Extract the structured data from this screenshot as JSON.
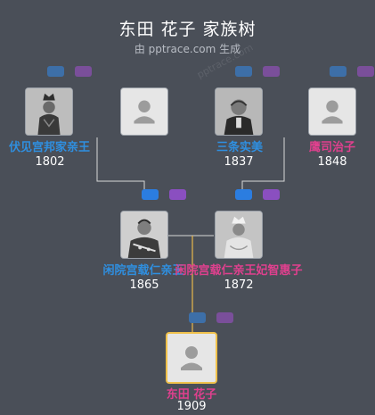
{
  "header": {
    "title": "东田 花子 家族树",
    "subtitle": "由 pptrace.com 生成",
    "watermark": "pptrace.com"
  },
  "people": {
    "p1": {
      "name": "伏见宫邦家亲王",
      "year": "1802",
      "gender": "male",
      "photo": "portrait-photo"
    },
    "p2": {
      "name": "",
      "year": "",
      "gender": "unknown",
      "photo": "placeholder-avatar"
    },
    "p3": {
      "name": "三条实美",
      "year": "1837",
      "gender": "male",
      "photo": "portrait-photo"
    },
    "p4": {
      "name": "鹰司治子",
      "year": "1848",
      "gender": "female",
      "photo": "placeholder-avatar"
    },
    "p5": {
      "name": "闲院宫载仁亲王",
      "year": "1865",
      "gender": "male",
      "photo": "portrait-photo"
    },
    "p6": {
      "name": "闲院宫载仁亲王妃智惠子",
      "year": "1872",
      "gender": "female",
      "photo": "portrait-photo"
    },
    "p7": {
      "name": "东田 花子",
      "year": "1909",
      "gender": "female",
      "photo": "placeholder-avatar",
      "selected": true
    }
  },
  "colors": {
    "background": "#4a4f58",
    "male": "#2f8fe0",
    "female": "#e0408e",
    "selected_border": "#f0c14b",
    "line": "#d8d8d8",
    "line_selected": "#e8b84a"
  }
}
